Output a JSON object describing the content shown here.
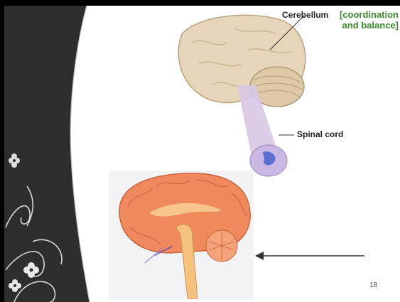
{
  "labels": {
    "cerebellum": "Cerebellum",
    "cerebellum_function": "[coordination and balance]",
    "spinal_cord": "Spinal cord"
  },
  "page_number": "18",
  "colors": {
    "panel": "#2d2d2d",
    "accent_green": "#3a8c2b",
    "brain_tan": "#e6d5b8",
    "brain_section": "#f08a5d"
  }
}
